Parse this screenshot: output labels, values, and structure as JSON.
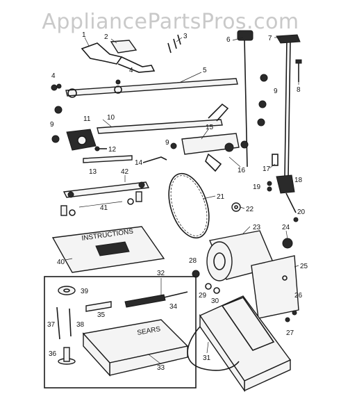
{
  "watermark": "AppliancePartsPros.com",
  "diagram": {
    "callouts": [
      "1",
      "2",
      "3",
      "4",
      "4",
      "5",
      "6",
      "7",
      "8",
      "9",
      "9",
      "10",
      "11",
      "12",
      "13",
      "14",
      "15",
      "16",
      "17",
      "18",
      "19",
      "20",
      "21",
      "22",
      "23",
      "24",
      "25",
      "26",
      "27",
      "28",
      "29",
      "30",
      "31",
      "32",
      "33",
      "34",
      "35",
      "36",
      "37",
      "38",
      "39",
      "40",
      "41",
      "42",
      "9"
    ],
    "manual_text": "INSTRUCTIONS",
    "case_text": "SEARS"
  }
}
